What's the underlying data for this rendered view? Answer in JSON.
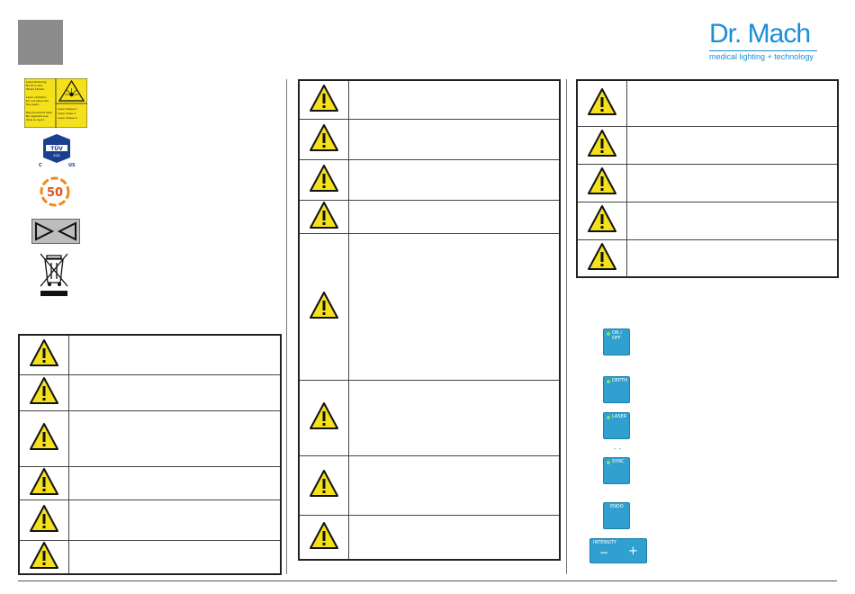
{
  "brand": {
    "name": "Dr. Mach",
    "tagline": "medical lighting + technology",
    "color": "#1a8fd8"
  },
  "symbols": [
    "laser-warning-label",
    "tuv-mark",
    "efup-50-icon",
    "equipotential-icon",
    "weee-bin-icon"
  ],
  "laser_label": {
    "left_lines": [
      "Laserstrahlung",
      "Nicht in den",
      "Strahl blicken",
      "Laser radiation",
      "Do not stare into",
      "the beam",
      "Rayonnement laser",
      "Ne regardez pas",
      "dans le rayon"
    ],
    "right_lines": [
      "Laser Klasse 2",
      "Laser Class 2",
      "Laser Classe 2"
    ]
  },
  "tuv": {
    "top": "TÜV",
    "bottom": "SÜD",
    "left": "C",
    "right": "US"
  },
  "efup_value": "50",
  "warning_color": "#f4e11b",
  "keys": [
    {
      "label": "ON / OFF"
    },
    {
      "label": "DEPTH"
    },
    {
      "label": "LASER"
    },
    {
      "label": "SYNC"
    },
    {
      "label": "ENDO"
    }
  ],
  "dash_marker": "- -",
  "intensity": {
    "label": "INTENSITY",
    "minus": "−",
    "plus": "+"
  },
  "tables": {
    "left_rows": 6,
    "middle_rows": 8,
    "right_rows": 5
  }
}
